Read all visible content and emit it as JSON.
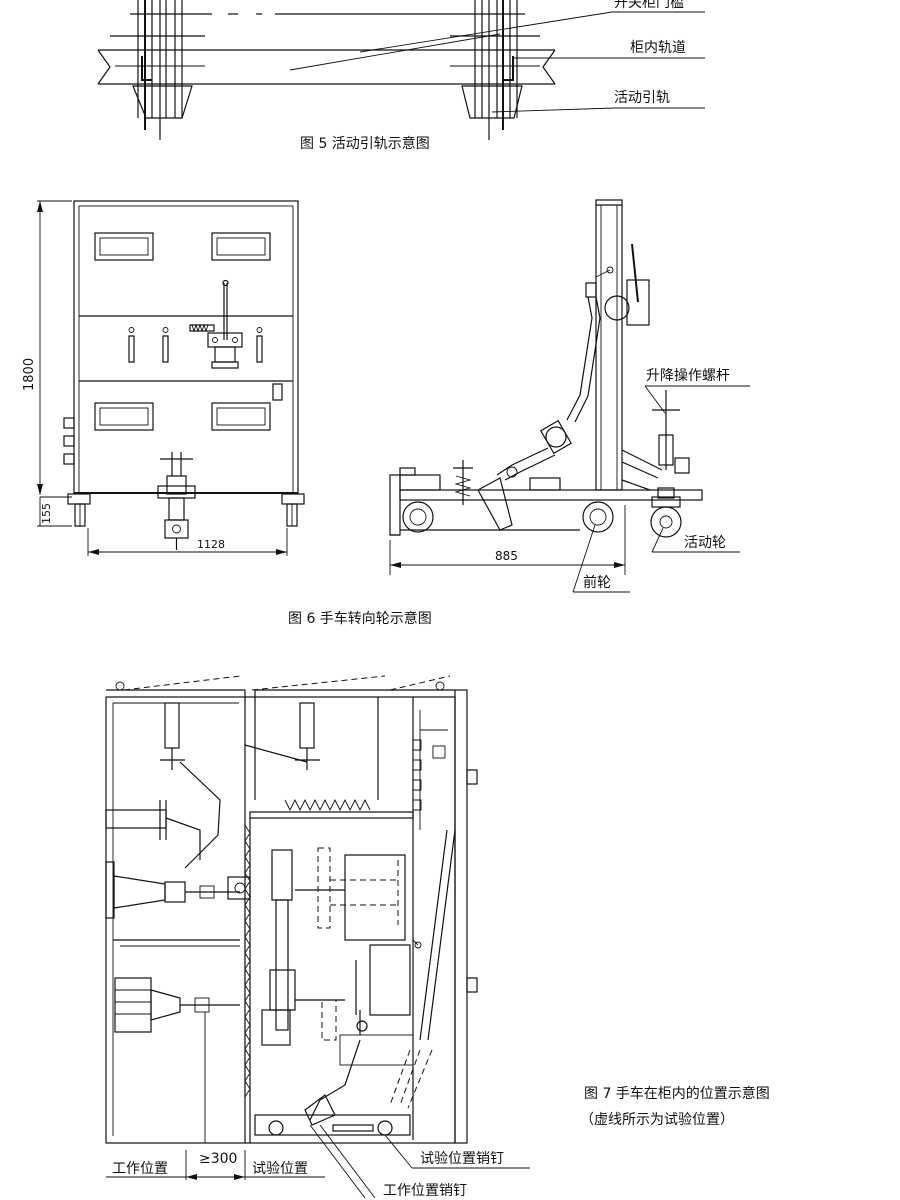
{
  "figure5": {
    "caption": "图 5 活动引轨示意图",
    "labels": {
      "door_sill": "开关柜门槛",
      "inner_rail": "柜内轨道",
      "movable_rail": "活动引轨"
    }
  },
  "figure6": {
    "caption": "图 6 手车转向轮示意图",
    "labels": {
      "lift_screw": "升降操作螺杆",
      "swivel_wheel": "活动轮",
      "front_wheel": "前轮"
    },
    "dimensions": {
      "height": "1800",
      "base_height": "155",
      "width": "1128",
      "length": "885"
    }
  },
  "figure7": {
    "caption_line1": "图 7 手车在柜内的位置示意图",
    "caption_line2": "（虚线所示为试验位置）",
    "labels": {
      "working_position": "工作位置",
      "distance": "≥300",
      "test_position": "试验位置",
      "test_pin": "试验位置销钉",
      "working_pin": "工作位置销钉"
    }
  }
}
